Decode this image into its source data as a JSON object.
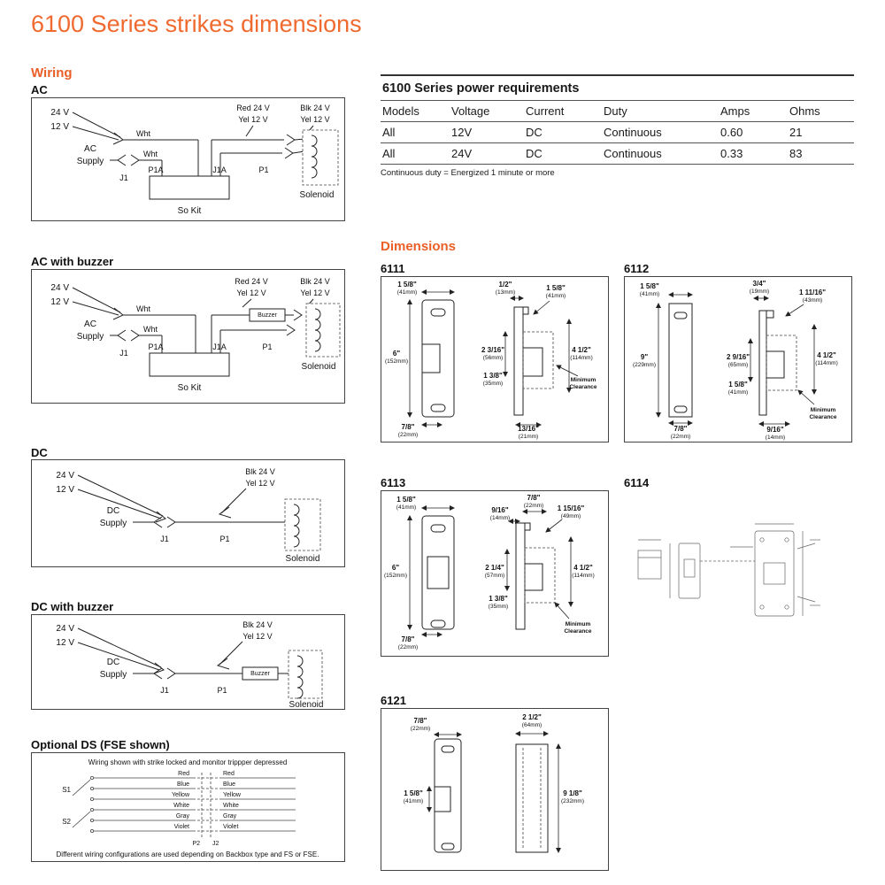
{
  "page": {
    "title": "6100 Series strikes dimensions"
  },
  "wiring": {
    "heading": "Wiring",
    "ac": {
      "label": "AC",
      "v24": "24 V",
      "v12": "12 V",
      "supply1": "AC",
      "supply2": "Supply",
      "wht_top": "Wht",
      "wht_bottom": "Wht",
      "j1": "J1",
      "p1a": "P1A",
      "j1a": "J1A",
      "p1": "P1",
      "red24": "Red 24 V",
      "yel12_left": "Yel 12 V",
      "blk24": "Blk 24 V",
      "yel12_right": "Yel 12 V",
      "sokit": "So Kit",
      "solenoid": "Solenoid"
    },
    "acb": {
      "label": "AC with buzzer",
      "v24": "24 V",
      "v12": "12 V",
      "supply1": "AC",
      "supply2": "Supply",
      "wht_top": "Wht",
      "wht_bottom": "Wht",
      "j1": "J1",
      "p1a": "P1A",
      "j1a": "J1A",
      "p1": "P1",
      "red24": "Red 24 V",
      "yel12_left": "Yel 12 V",
      "blk24": "Blk 24 V",
      "yel12_right": "Yel 12 V",
      "buzzer": "Buzzer",
      "sokit": "So Kit",
      "solenoid": "Solenoid"
    },
    "dc": {
      "label": "DC",
      "v24": "24 V",
      "v12": "12 V",
      "supply1": "DC",
      "supply2": "Supply",
      "j1": "J1",
      "p1": "P1",
      "blk24": "Blk 24 V",
      "yel12": "Yel 12 V",
      "solenoid": "Solenoid"
    },
    "dcb": {
      "label": "DC with buzzer",
      "v24": "24 V",
      "v12": "12 V",
      "supply1": "DC",
      "supply2": "Supply",
      "j1": "J1",
      "p1": "P1",
      "blk24": "Blk 24 V",
      "yel12": "Yel 12 V",
      "buzzer": "Buzzer",
      "solenoid": "Solenoid"
    },
    "ds": {
      "label": "Optional DS (FSE shown)",
      "top_note": "Wiring shown with strike locked and monitor trippper depressed",
      "s1": "S1",
      "s2": "S2",
      "left_wires": [
        "Red",
        "Blue",
        "Yellow",
        "White",
        "Gray",
        "Violet"
      ],
      "right_wires": [
        "Red",
        "Blue",
        "Yellow",
        "White",
        "Gray",
        "Violet"
      ],
      "p2": "P2",
      "j2": "J2",
      "bottom_note": "Different wiring configurations are used depending on Backbox type and FS or FSE."
    }
  },
  "power_table": {
    "title": "6100 Series power requirements",
    "headers": [
      "Models",
      "Voltage",
      "Current",
      "Duty",
      "Amps",
      "Ohms"
    ],
    "rows": [
      [
        "All",
        "12V",
        "DC",
        "Continuous",
        "0.60",
        "21"
      ],
      [
        "All",
        "24V",
        "DC",
        "Continuous",
        "0.33",
        "83"
      ]
    ],
    "note": "Continuous duty = Energized 1 minute or more"
  },
  "dimensions": {
    "heading": "Dimensions",
    "d6111": {
      "label": "6111",
      "w_top": "1 5/8\"",
      "w_top_mm": "(41mm)",
      "t_half": "1/2\"",
      "t_half_mm": "(13mm)",
      "t_right": "1 5/8\"",
      "t_right_mm": "(41mm)",
      "height": "6\"",
      "height_mm": "(152mm)",
      "mid": "2 3/16\"",
      "mid_mm": "(56mm)",
      "latch": "1 3/8\"",
      "latch_mm": "(35mm)",
      "depth": "4 1/2\"",
      "depth_mm": "(114mm)",
      "min1": "Minimum",
      "min2": "Clearance",
      "bottom": "7/8\"",
      "bottom_mm": "(22mm)",
      "b2": "13/16\"",
      "b2_mm": "(21mm)"
    },
    "d6112": {
      "label": "6112",
      "w_top": "1 5/8\"",
      "w_top_mm": "(41mm)",
      "t_mid": "3/4\"",
      "t_mid_mm": "(19mm)",
      "t_right": "1 11/16\"",
      "t_right_mm": "(43mm)",
      "height": "9\"",
      "height_mm": "(229mm)",
      "mid": "2 9/16\"",
      "mid_mm": "(65mm)",
      "low": "1 5/8\"",
      "low_mm": "(41mm)",
      "depth": "4 1/2\"",
      "depth_mm": "(114mm)",
      "bottom": "7/8\"",
      "bottom_mm": "(22mm)",
      "b2": "9/16\"",
      "b2_mm": "(14mm)",
      "min1": "Minimum",
      "min2": "Clearance"
    },
    "d6113": {
      "label": "6113",
      "w_top": "1 5/8\"",
      "w_top_mm": "(41mm)",
      "t_mid": "7/8\"",
      "t_mid_mm": "(22mm)",
      "t2": "9/16\"",
      "t2_mm": "(14mm)",
      "t_right": "1 15/16\"",
      "t_right_mm": "(49mm)",
      "height": "6\"",
      "height_mm": "(152mm)",
      "mid": "2 1/4\"",
      "mid_mm": "(57mm)",
      "depth": "4 1/2\"",
      "depth_mm": "(114mm)",
      "latch": "1 3/8\"",
      "latch_mm": "(35mm)",
      "bottom": "7/8\"",
      "bottom_mm": "(22mm)",
      "min1": "Minimum",
      "min2": "Clearance"
    },
    "d6114": {
      "label": "6114"
    },
    "d6121": {
      "label": "6121",
      "top": "2 1/2\"",
      "top_mm": "(64mm)",
      "l1": "7/8\"",
      "l1_mm": "(22mm)",
      "l2": "1 5/8\"",
      "l2_mm": "(41mm)",
      "right": "9 1/8\"",
      "right_mm": "(232mm)"
    }
  }
}
